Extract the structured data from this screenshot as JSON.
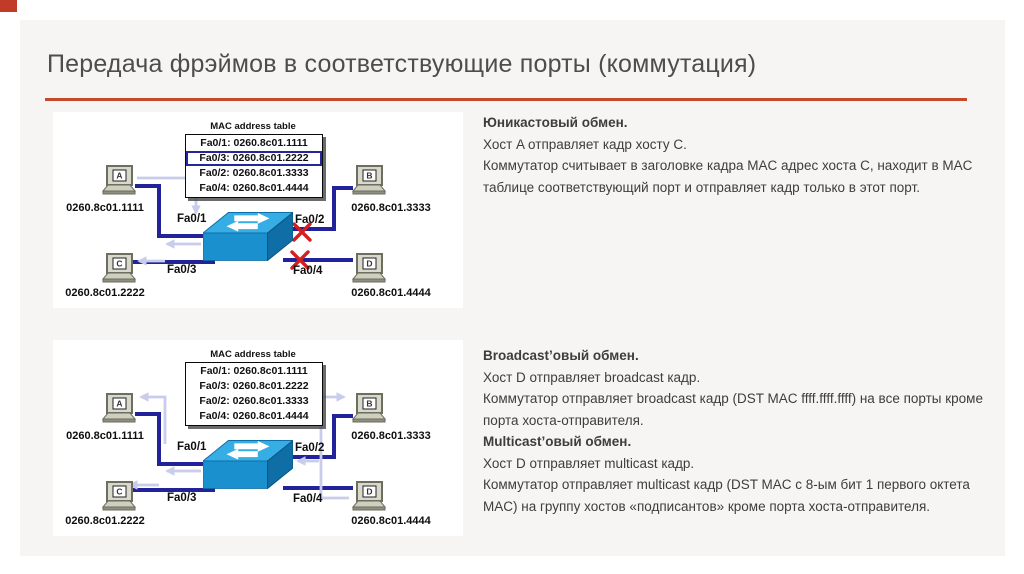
{
  "slide": {
    "title": "Передача фрэймов в соответствующие порты (коммутация)",
    "accent_color": "#c54a2c"
  },
  "diagrams": {
    "mac_table_title": "MAC address table",
    "mac_rows": [
      "Fa0/1: 0260.8c01.1111",
      "Fa0/3: 0260.8c01.2222",
      "Fa0/2: 0260.8c01.3333",
      "Fa0/4: 0260.8c01.4444"
    ],
    "diagram1_highlighted_row": "Fa0/3: 0260.8c01.2222",
    "ports": [
      "Fa0/1",
      "Fa0/2",
      "Fa0/3",
      "Fa0/4"
    ],
    "hosts": [
      {
        "letter": "A",
        "mac": "0260.8c01.1111"
      },
      {
        "letter": "B",
        "mac": "0260.8c01.3333"
      },
      {
        "letter": "C",
        "mac": "0260.8c01.2222"
      },
      {
        "letter": "D",
        "mac": "0260.8c01.4444"
      }
    ],
    "colors": {
      "link_navy": "#22229a",
      "flow_arrow": "#c9cdeb",
      "blocked_x": "#d41f1f",
      "switch_blue": "#1b90cf"
    }
  },
  "content": {
    "blocks": [
      {
        "heading": "Юникастовый обмен.",
        "body": "Хост A отправляет кадр хосту C.\nКоммутатор считывает в заголовке кадра MAC адрес хоста C, находит в MAC таблице соответствующий порт и отправляет кадр только в этот порт."
      },
      {
        "heading": "Broadcast’овый обмен.",
        "body": "Хост D отправляет broadcast кадр.\nКоммутатор отправляет broadcast кадр (DST MAC ffff.ffff.ffff) на все порты кроме порта хоста-отправителя."
      },
      {
        "heading": "Multicast’овый обмен.",
        "body": "Хост D отправляет multicast кадр.\nКоммутатор отправляет multicast кадр (DST MAC с 8-ым бит 1  первого октета MAC) на группу хостов «подписантов» кроме порта хоста-отправителя."
      }
    ]
  }
}
